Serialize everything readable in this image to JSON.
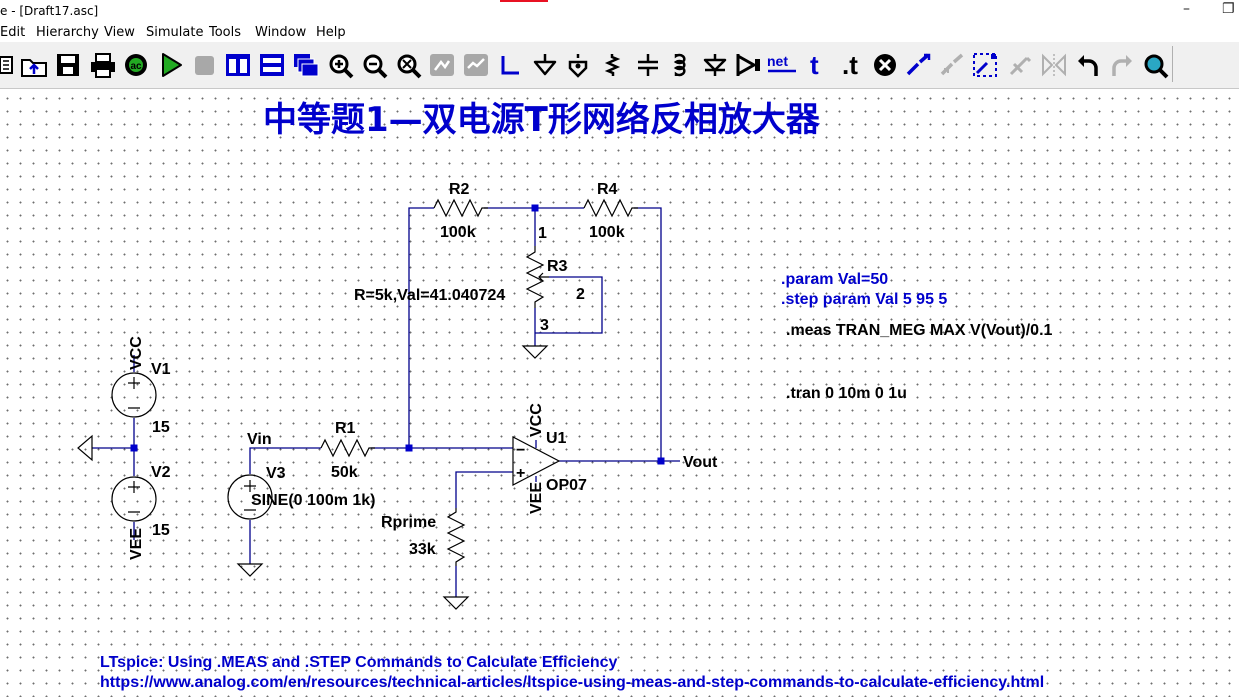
{
  "window": {
    "title": "e - [Draft17.asc]",
    "controls": {
      "minimize": "–",
      "restore": "❐"
    }
  },
  "menu": [
    "Edit",
    "Hierarchy",
    "View",
    "Simulate",
    "Tools",
    "Window",
    "Help"
  ],
  "toolbar": {
    "icons": [
      "open-icon",
      "open-folder-icon",
      "save-icon",
      "print-icon",
      "control-panel-icon",
      "run-icon",
      "halt-icon",
      "tile-vertical-icon",
      "tile-horizontal-icon",
      "cascade-icon",
      "zoom-in-icon",
      "zoom-out-icon",
      "zoom-fit-icon",
      "autorange-icon",
      "pan-icon",
      "wire-icon",
      "ground-icon",
      "label-net-icon",
      "resistor-icon",
      "capacitor-icon",
      "inductor-icon",
      "diode-icon",
      "component-icon",
      "net-icon",
      "text-icon",
      "spice-directive-icon",
      "delete-icon",
      "move-icon",
      "drag-icon",
      "rotate-icon",
      "mirror-icon",
      "flip-icon",
      "undo-icon",
      "redo-icon",
      "find-icon"
    ],
    "labels": {
      "control_panel": "ac",
      "net": "net",
      "text": "t",
      "spice_directive": ".t"
    },
    "colors": {
      "accent_blue": "#0000cc",
      "run_green": "#22aa22"
    }
  },
  "schematic": {
    "title": "中等题1—双电源T形网络反相放大器",
    "components": {
      "r1": {
        "name": "R1",
        "value": "50k"
      },
      "r2": {
        "name": "R2",
        "value": "100k"
      },
      "r3": {
        "name": "R3",
        "value": "R=5k,Val=41.040724",
        "pin1": "1",
        "pin2": "2",
        "pin3": "3"
      },
      "r4": {
        "name": "R4",
        "value": "100k"
      },
      "rprime": {
        "name": "Rprime",
        "value": "33k"
      },
      "v1": {
        "name": "V1",
        "value": "15"
      },
      "v2": {
        "name": "V2",
        "value": "15"
      },
      "v3": {
        "name": "V3",
        "value": "SINE(0 100m 1k)"
      },
      "u1": {
        "name": "U1",
        "value": "OP07",
        "minus": "−",
        "plus": "+"
      }
    },
    "nets": {
      "vcc_left": "VCC",
      "vee_left": "VEE",
      "vcc_u1": "VCC",
      "vee_u1": "VEE",
      "vin": "Vin",
      "vout": "Vout"
    },
    "directives": {
      "param": ".param Val=50",
      "step": ".step param Val 5 95 5",
      "meas": ".meas TRAN_MEG MAX V(Vout)/0.1",
      "tran": ".tran 0 10m 0 1u"
    },
    "notes": {
      "line1": "LTspice: Using .MEAS and .STEP Commands to Calculate Efficiency",
      "line2": "https://www.analog.com/en/resources/technical-articles/ltspice-using-meas-and-step-commands-to-calculate-efficiency.html"
    },
    "colors": {
      "wire": "#00008b",
      "junction": "#0000cc",
      "text_blue": "#0000cc"
    }
  }
}
